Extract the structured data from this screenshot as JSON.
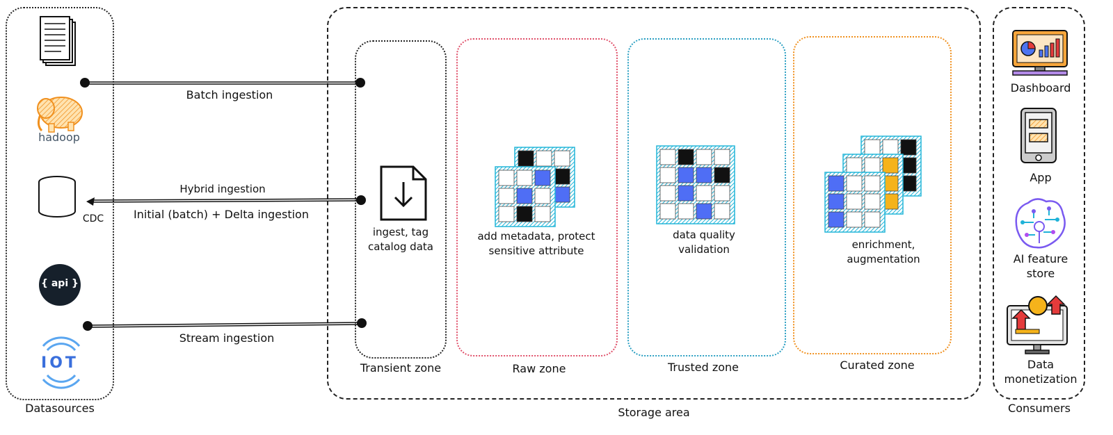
{
  "datasources": {
    "title": "Datasources",
    "hadoop_label": "hadoop",
    "cdc_label": "CDC",
    "api_label": "{ api }",
    "iot_label": "IOT"
  },
  "ingestion": {
    "batch": "Batch ingestion",
    "hybrid": "Hybrid ingestion",
    "hybrid_detail": "Initial (batch) + Delta ingestion",
    "stream": "Stream ingestion"
  },
  "storage": {
    "title": "Storage area",
    "zones": [
      {
        "name": "Transient zone",
        "desc": "ingest, tag catalog data"
      },
      {
        "name": "Raw zone",
        "desc": "add metadata, protect sensitive attribute"
      },
      {
        "name": "Trusted zone",
        "desc": "data quality validation"
      },
      {
        "name": "Curated zone",
        "desc": "enrichment, augmentation"
      }
    ]
  },
  "consumers": {
    "title": "Consumers",
    "items": [
      {
        "label": "Dashboard"
      },
      {
        "label": "App"
      },
      {
        "label": "AI feature store"
      },
      {
        "label": "Data monetization"
      }
    ]
  },
  "colors": {
    "raw_border": "#e0506a",
    "trusted_border": "#2a9fc2",
    "curated_border": "#f0901e",
    "grid_cyan": "#22b5d8",
    "cell_blue": "#4f6ef5",
    "cell_yellow": "#f5b31b",
    "cell_black": "#111111"
  }
}
